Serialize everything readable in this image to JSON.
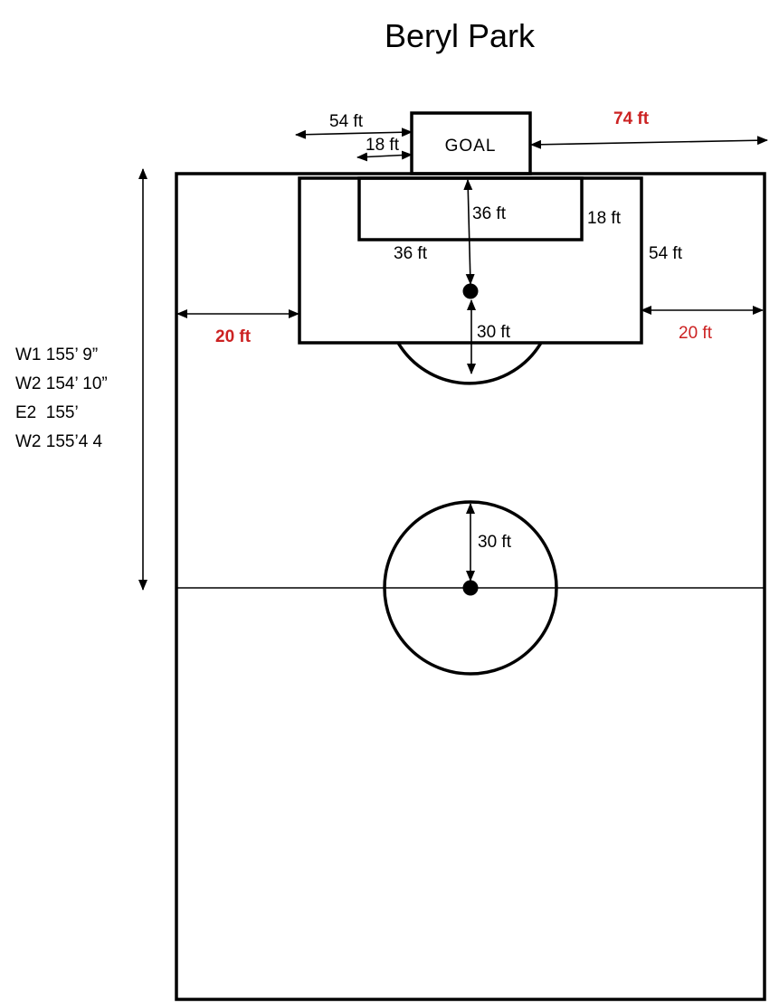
{
  "title": "Beryl Park",
  "goal_label": "GOAL",
  "dimensions": {
    "goal_left_outer": "54 ft",
    "goal_left_inner": "18 ft",
    "goal_right": "74 ft",
    "goal_area_depth": "36 ft",
    "goal_area_side": "18 ft",
    "goal_area_width": "36 ft",
    "penalty_area_side": "54 ft",
    "penalty_left_margin": "20 ft",
    "penalty_right_margin": "20 ft",
    "penalty_arc_radius": "30 ft",
    "center_circle_radius": "30 ft"
  },
  "length_notes": [
    "W1 155’ 9”",
    "W2 154’ 10”",
    "E2  155’",
    "W2 155’4 4"
  ],
  "colors": {
    "lines": "#000000",
    "highlight": "#cc2222",
    "background": "#ffffff"
  }
}
